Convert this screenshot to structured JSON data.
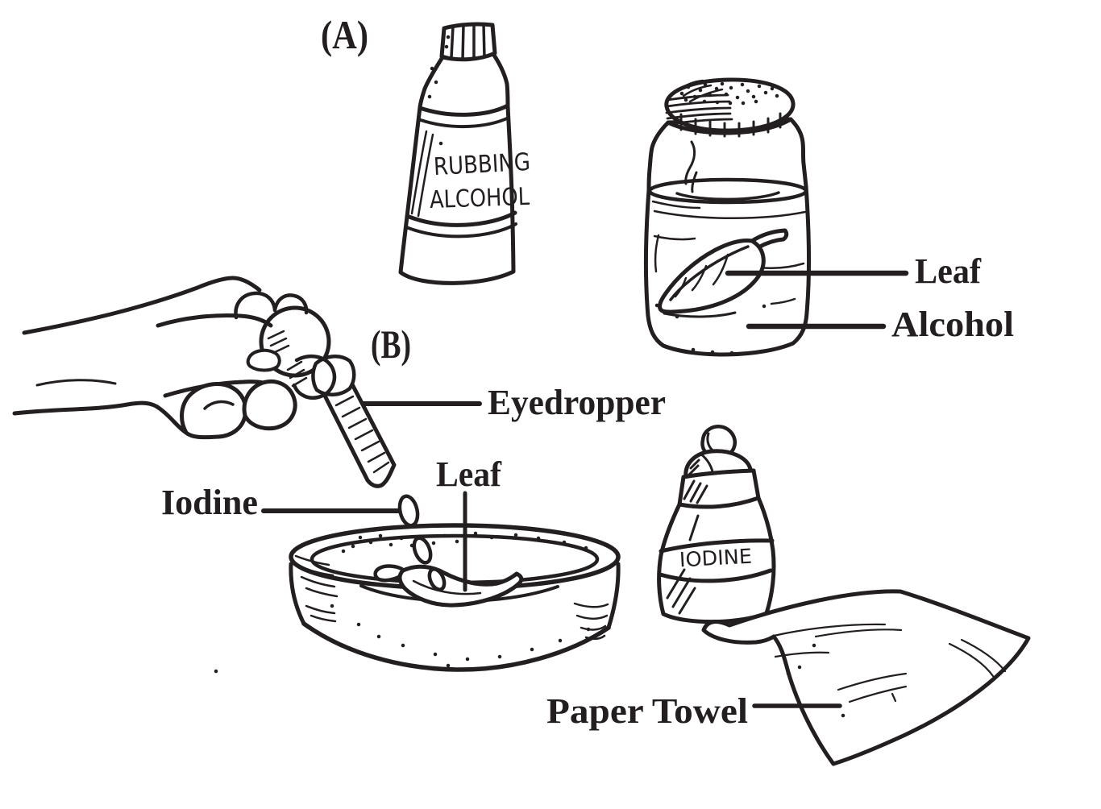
{
  "colors": {
    "ink": "#231f20",
    "paper": "#ffffff"
  },
  "section_a": {
    "label": "(A)",
    "bottle_text_line1": "RUBBING",
    "bottle_text_line2": "ALCOHOL",
    "leaf_label": "Leaf",
    "alcohol_label": "Alcohol"
  },
  "section_b": {
    "label": "(B)",
    "eyedropper_label": "Eyedropper",
    "iodine_label": "Iodine",
    "leaf_label": "Leaf",
    "iodine_bottle_text": "IODINE",
    "paper_towel_label": "Paper Towel"
  }
}
